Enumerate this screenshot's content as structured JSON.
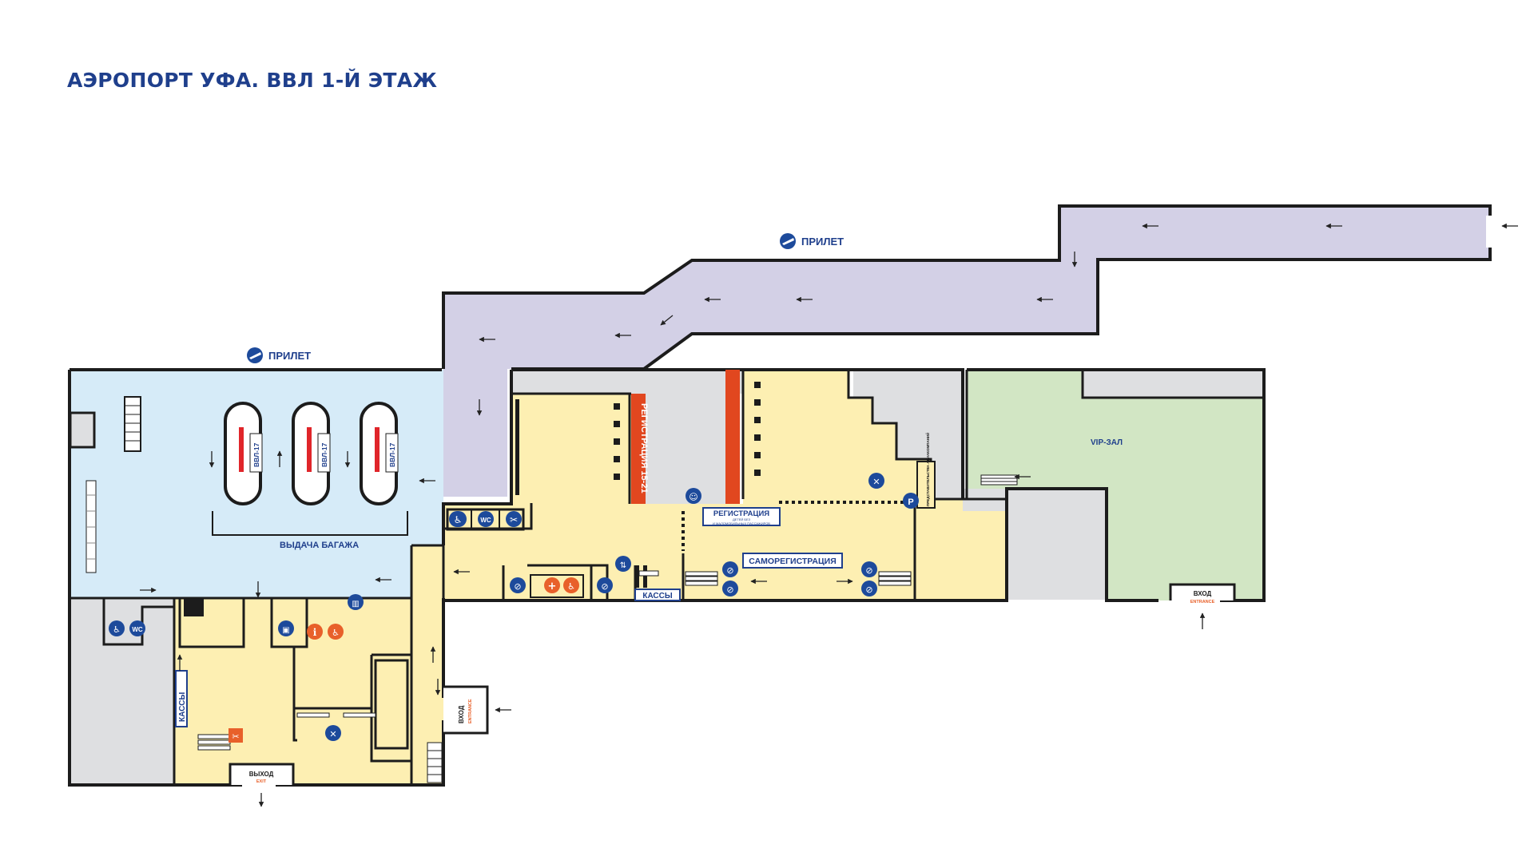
{
  "title": "АЭРОПОРТ УФА. ВВЛ 1-Й ЭТАЖ",
  "colors": {
    "wall": "#1c1c1c",
    "arrivals_corridor": "#d3d0e6",
    "baggage_hall": "#d6ebf8",
    "public_area": "#fdefb2",
    "service_area": "#dedfe1",
    "vip_lounge": "#d2e6c4",
    "checkin_accent": "#e1471f",
    "carousel_accent": "#e0252a",
    "icon_blue": "#1d4a9b",
    "icon_orange": "#e8602a",
    "text_blue": "#1f3f8c"
  },
  "labels": {
    "arrival_top": "ПРИЛЕТ",
    "arrival_left": "ПРИЛЕТ",
    "baggage_claim": "ВЫДАЧА БАГАЖА",
    "carousel": "ВВЛ-17",
    "checkin": "РЕГИСТРАЦИЯ 15-21",
    "registration_title": "РЕГИСТРАЦИЯ",
    "registration_sub1": "ДЕТЕЙ БЕЗ",
    "registration_sub2": "И МАЛОМОБИЛЬНЫХ ПАССАЖИРОВ",
    "self_checkin": "САМОРЕГИСТРАЦИЯ",
    "tickets_center": "КАССЫ",
    "tickets_left": "КАССЫ",
    "vip": "VIP-ЗАЛ",
    "airline_office": "ПРЕДСТАВИТЕЛЬСТВА АВИАКОМПАНИЙ",
    "wc": "WC",
    "entrance_right_ru": "ВХОД",
    "entrance_right_en": "ENTRANCE",
    "entrance_left_ru": "ВХОД",
    "entrance_left_en": "ENTRANCE",
    "exit_ru": "ВЫХОД",
    "exit_en": "EXIT"
  },
  "icons": [
    "arrival-plane-icon",
    "wheelchair-icon",
    "wc-icon",
    "hair-salon-icon",
    "no-smoking-icon",
    "first-aid-icon",
    "luggage-storage-icon",
    "elevator-icon",
    "baby-care-icon",
    "restaurant-icon",
    "parking-icon",
    "info-icon",
    "atm-icon",
    "ticket-icon",
    "no-entry-icon",
    "baggage-wrap-icon"
  ]
}
